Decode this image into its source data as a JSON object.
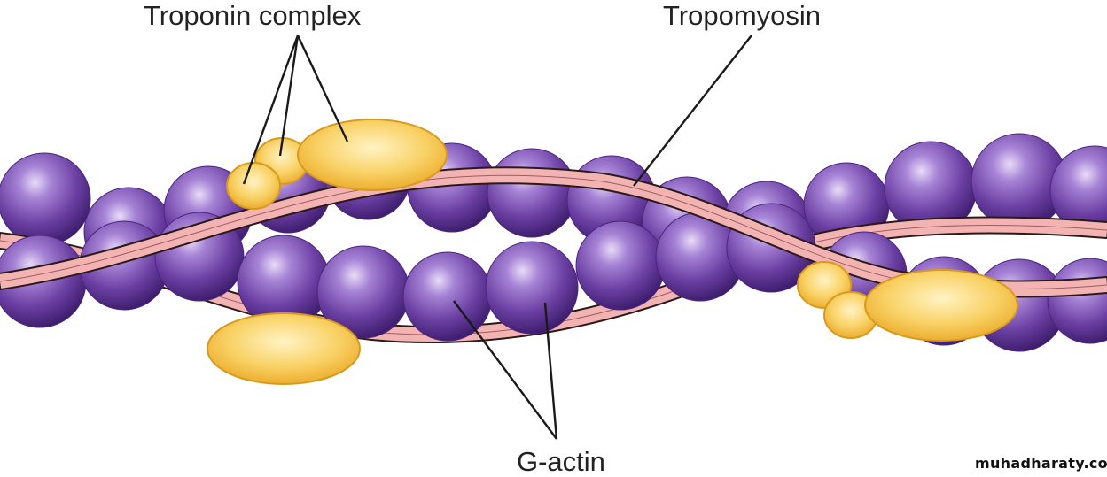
{
  "labels": {
    "troponin_complex": "Troponin complex",
    "tropomyosin": "Tropomyosin",
    "g_actin": "G-actin"
  },
  "watermark": "muhadharaty.com",
  "colors": {
    "actin": "#6b3fa3",
    "tropomyosin": "#f4b3b3",
    "troponin": "#f7c84a",
    "leader_line": "#1a1a1a"
  }
}
